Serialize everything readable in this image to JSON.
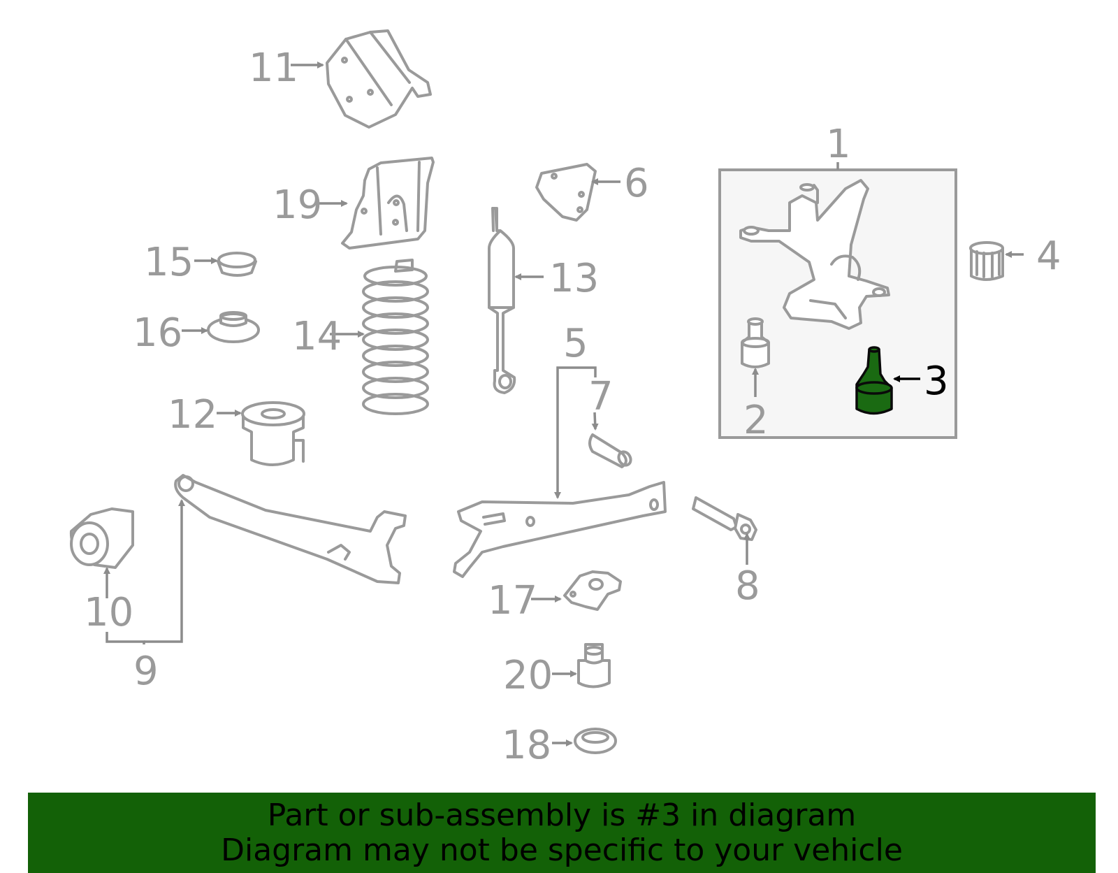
{
  "diagram": {
    "callouts": [
      "1",
      "2",
      "3",
      "4",
      "5",
      "6",
      "7",
      "8",
      "9",
      "10",
      "11",
      "12",
      "13",
      "14",
      "15",
      "16",
      "17",
      "18",
      "19",
      "20"
    ],
    "highlighted_part": "3",
    "highlight_color": "#1a6a12",
    "part_outline_color": "#9a9a9a"
  },
  "banner": {
    "line1": "Part or sub-assembly is #3 in diagram",
    "line2": "Diagram may not be specific to your vehicle",
    "background": "#136107"
  }
}
